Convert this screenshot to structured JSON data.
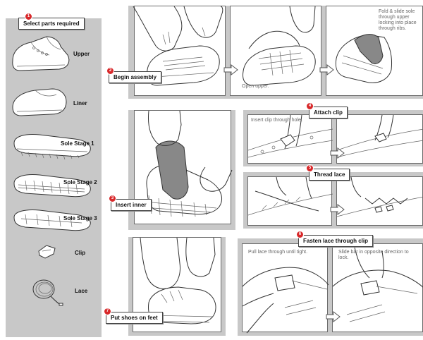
{
  "steps": {
    "select": {
      "number": "1",
      "label": "Select parts required"
    },
    "begin": {
      "number": "2",
      "label": "Begin assembly",
      "note_open": "Open upper.",
      "note_fold": "Fold & slide sole through upper locking into place through ribs."
    },
    "insert": {
      "number": "3",
      "label": "Insert inner"
    },
    "attach": {
      "number": "4",
      "label": "Attach clip",
      "note": "Insert clip through hole."
    },
    "thread": {
      "number": "5",
      "label": "Thread lace"
    },
    "fasten": {
      "number": "6",
      "label": "Fasten lace through clip",
      "note_pull": "Pull lace through until tight.",
      "note_slide": "Slide bar in opposite direction to lock."
    },
    "put": {
      "number": "7",
      "label": "Put shoes on feet"
    }
  },
  "parts": [
    {
      "label": "Upper"
    },
    {
      "label": "Liner"
    },
    {
      "label": "Sole Stage 1"
    },
    {
      "label": "Sole Stage 2"
    },
    {
      "label": "Sole Stage 3"
    },
    {
      "label": "Clip"
    },
    {
      "label": "Lace"
    }
  ],
  "colors": {
    "panel": "#c8c8c8",
    "badge": "#d8282a",
    "frame_border": "#6a6a6a",
    "inner_fill": "#888888"
  }
}
